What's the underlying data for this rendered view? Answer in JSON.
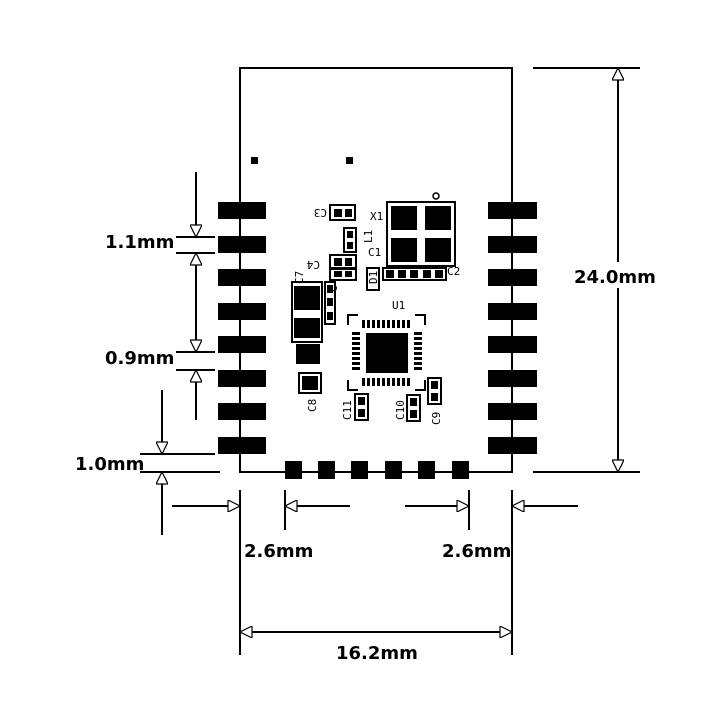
{
  "dimensions": {
    "pitch_gap": "1.1mm",
    "pad_width": "0.9mm",
    "bottom_offset": "1.0mm",
    "left_offset": "2.6mm",
    "right_offset": "2.6mm",
    "height": "24.0mm",
    "width": "16.2mm"
  },
  "designators": {
    "c3": "C3",
    "x1": "X1",
    "l1": "L1",
    "c1": "C1",
    "c4": "C4",
    "c7": "C7",
    "c2": "C2",
    "c_partial": "C",
    "d1": "D1",
    "u1": "U1",
    "c8": "C8",
    "c11": "C11",
    "c10": "C10",
    "c9": "C9"
  }
}
